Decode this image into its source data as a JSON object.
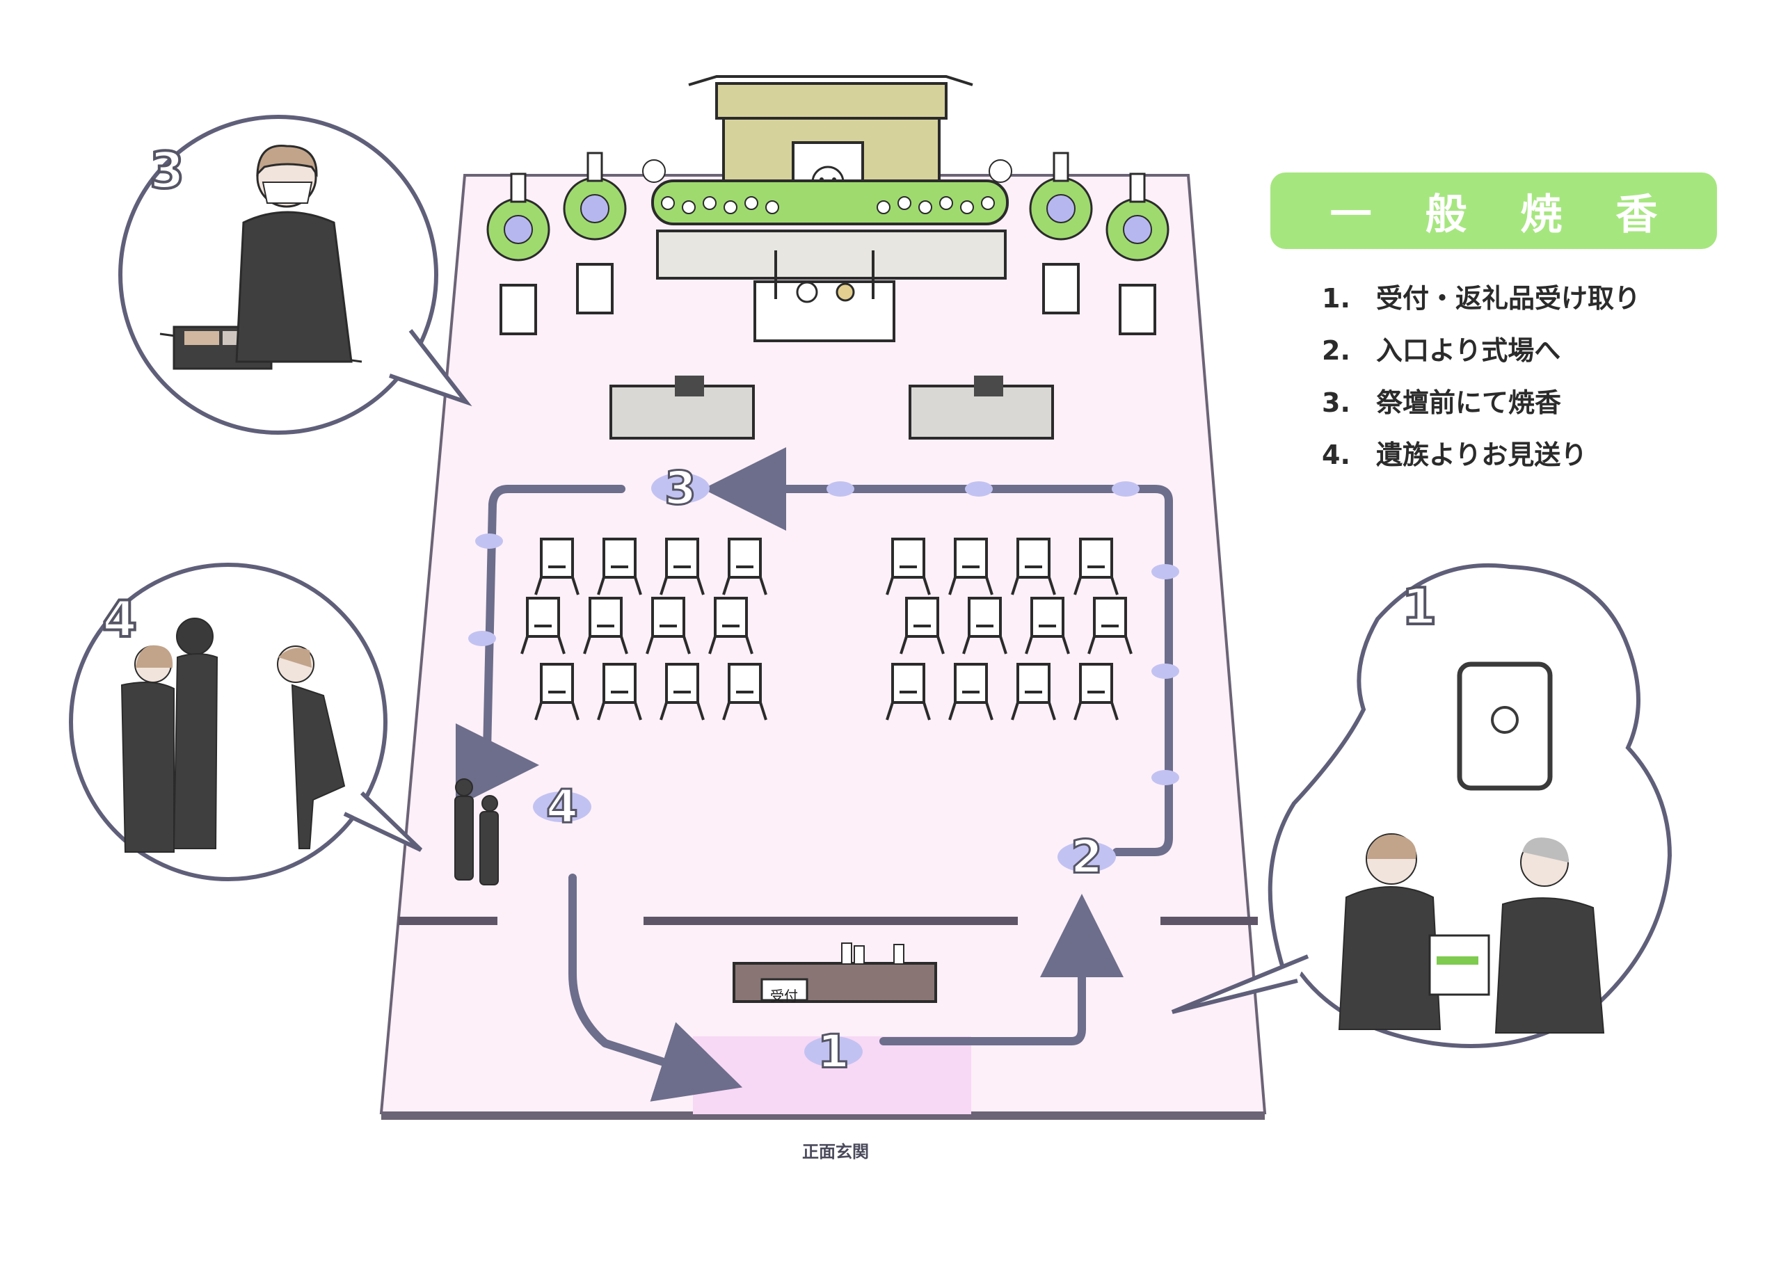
{
  "title": "一 般 焼 香",
  "steps": [
    {
      "num": "1.",
      "text": "受付・返礼品受け取り"
    },
    {
      "num": "2.",
      "text": "入口より式場へ"
    },
    {
      "num": "3.",
      "text": "祭壇前にて焼香"
    },
    {
      "num": "4.",
      "text": "遺族よりお見送り"
    }
  ],
  "map": {
    "reception_label": "受付",
    "entrance_label": "正面玄関",
    "route_markers": [
      "1",
      "2",
      "3",
      "4"
    ]
  },
  "callouts": {
    "incense_number": "3",
    "farewell_number": "4",
    "reception_number": "1"
  },
  "colors": {
    "floor": "#fdf0f8",
    "floor_edge": "#6b6376",
    "route": "#6d6d8c",
    "marker_fill": "#c2c2f2",
    "title_bg": "#a6e67f",
    "flowers": "#9fda6f",
    "altar": "#d6d29b",
    "clothing": "#3f3f3f"
  }
}
